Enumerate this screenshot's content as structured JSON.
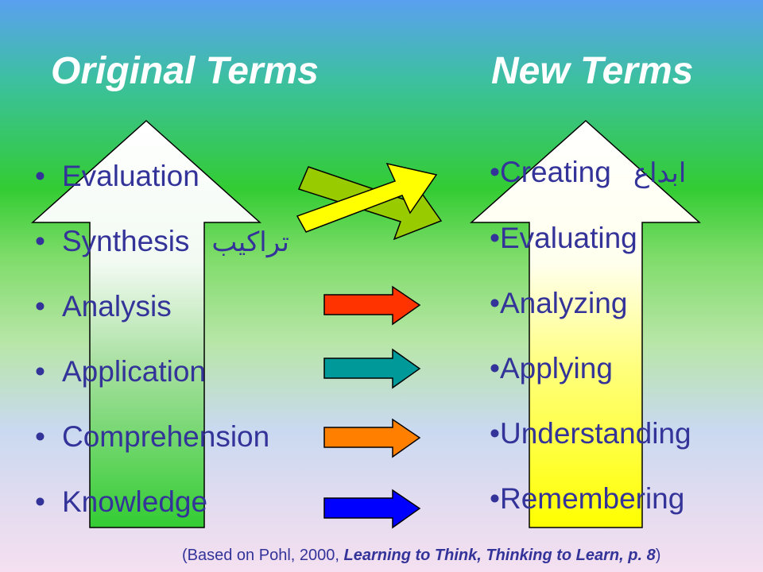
{
  "headings": {
    "left": "Original Terms",
    "right": "New Terms"
  },
  "original_terms": [
    {
      "label": "Evaluation",
      "arabic": ""
    },
    {
      "label": "Synthesis",
      "arabic": "تراكيب"
    },
    {
      "label": "Analysis",
      "arabic": ""
    },
    {
      "label": "Application",
      "arabic": ""
    },
    {
      "label": "Comprehension",
      "arabic": ""
    },
    {
      "label": "Knowledge",
      "arabic": ""
    }
  ],
  "new_terms": [
    {
      "label": "Creating",
      "arabic": "ابداع"
    },
    {
      "label": "Evaluating",
      "arabic": ""
    },
    {
      "label": "Analyzing",
      "arabic": ""
    },
    {
      "label": "Applying",
      "arabic": ""
    },
    {
      "label": "Understanding",
      "arabic": ""
    },
    {
      "label": "Remembering",
      "arabic": ""
    }
  ],
  "bullet": "•",
  "citation": {
    "prefix": "(Based on Pohl, 2000, ",
    "title": "Learning to Think, Thinking to Learn, p. 8",
    "suffix": ")"
  },
  "colors": {
    "text": "#333399",
    "heading": "#ffffff",
    "arrow_analysis": "#ff3300",
    "arrow_application": "#009999",
    "arrow_comprehension": "#ff8000",
    "arrow_knowledge": "#0000ff",
    "arrow_synthesis": "#99cc00",
    "arrow_evaluation": "#ffff00"
  }
}
